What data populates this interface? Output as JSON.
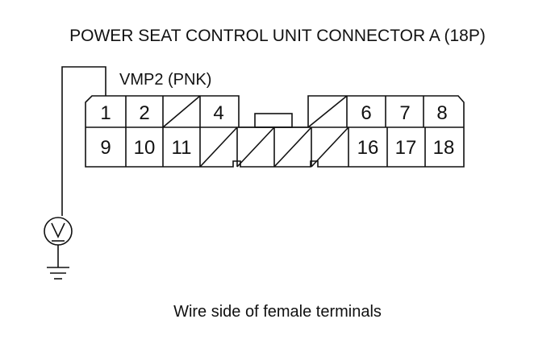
{
  "title": "POWER SEAT CONTROL UNIT CONNECTOR A (18P)",
  "wire_label": "VMP2 (PNK)",
  "caption": "Wire side of female terminals",
  "meter_icon": "voltmeter-icon",
  "ground_icon": "ground-icon",
  "terminals": {
    "row1": [
      "1",
      "2",
      "",
      "4",
      "",
      "",
      "6",
      "7",
      "8"
    ],
    "row2": [
      "9",
      "10",
      "11",
      "",
      "",
      "",
      "",
      "16",
      "17",
      "18"
    ]
  }
}
